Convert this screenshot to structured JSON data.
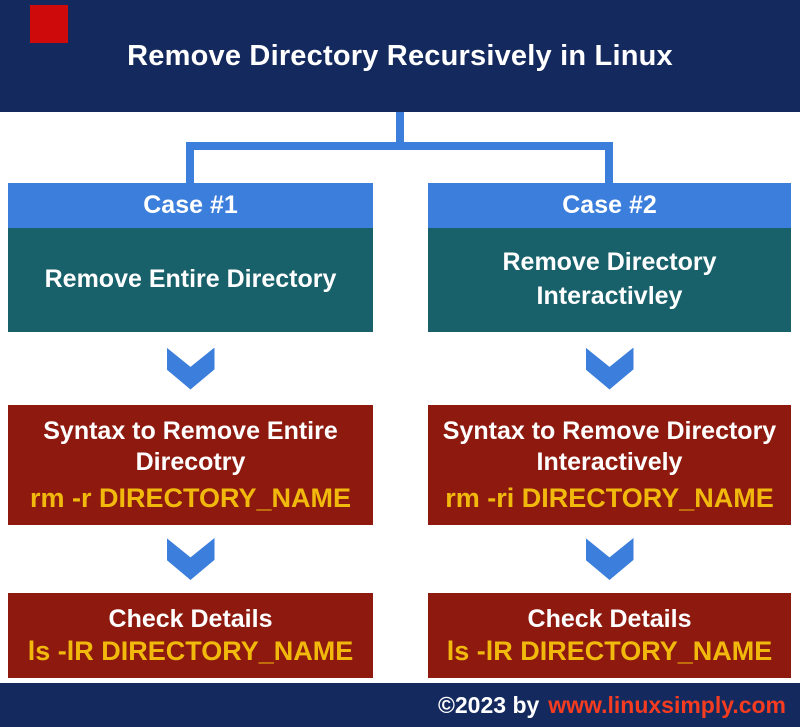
{
  "header": {
    "title": "Remove Directory Recursively in Linux"
  },
  "columns": [
    {
      "case_label": "Case #1",
      "topic": "Remove Entire Directory",
      "syntax_title": "Syntax to Remove Entire Direcotry",
      "syntax_command": "rm -r DIRECTORY_NAME",
      "details_title": "Check Details",
      "details_command": "ls -lR DIRECTORY_NAME"
    },
    {
      "case_label": "Case #2",
      "topic": "Remove Directory Interactivley",
      "syntax_title": "Syntax to Remove Directory Interactively",
      "syntax_command": "rm -ri DIRECTORY_NAME",
      "details_title": "Check Details",
      "details_command": "ls -lR DIRECTORY_NAME"
    }
  ],
  "footer": {
    "copyright_text": "©2023 by",
    "site_text": "www.linuxsimply.com"
  },
  "colors": {
    "navy": "#14295e",
    "accent_blue": "#3c7edc",
    "teal": "#18606a",
    "dark_red": "#8e1a0f",
    "gold": "#f2b90d",
    "footer_link_red": "#f53b20",
    "corner_red": "#cf0a0a"
  }
}
